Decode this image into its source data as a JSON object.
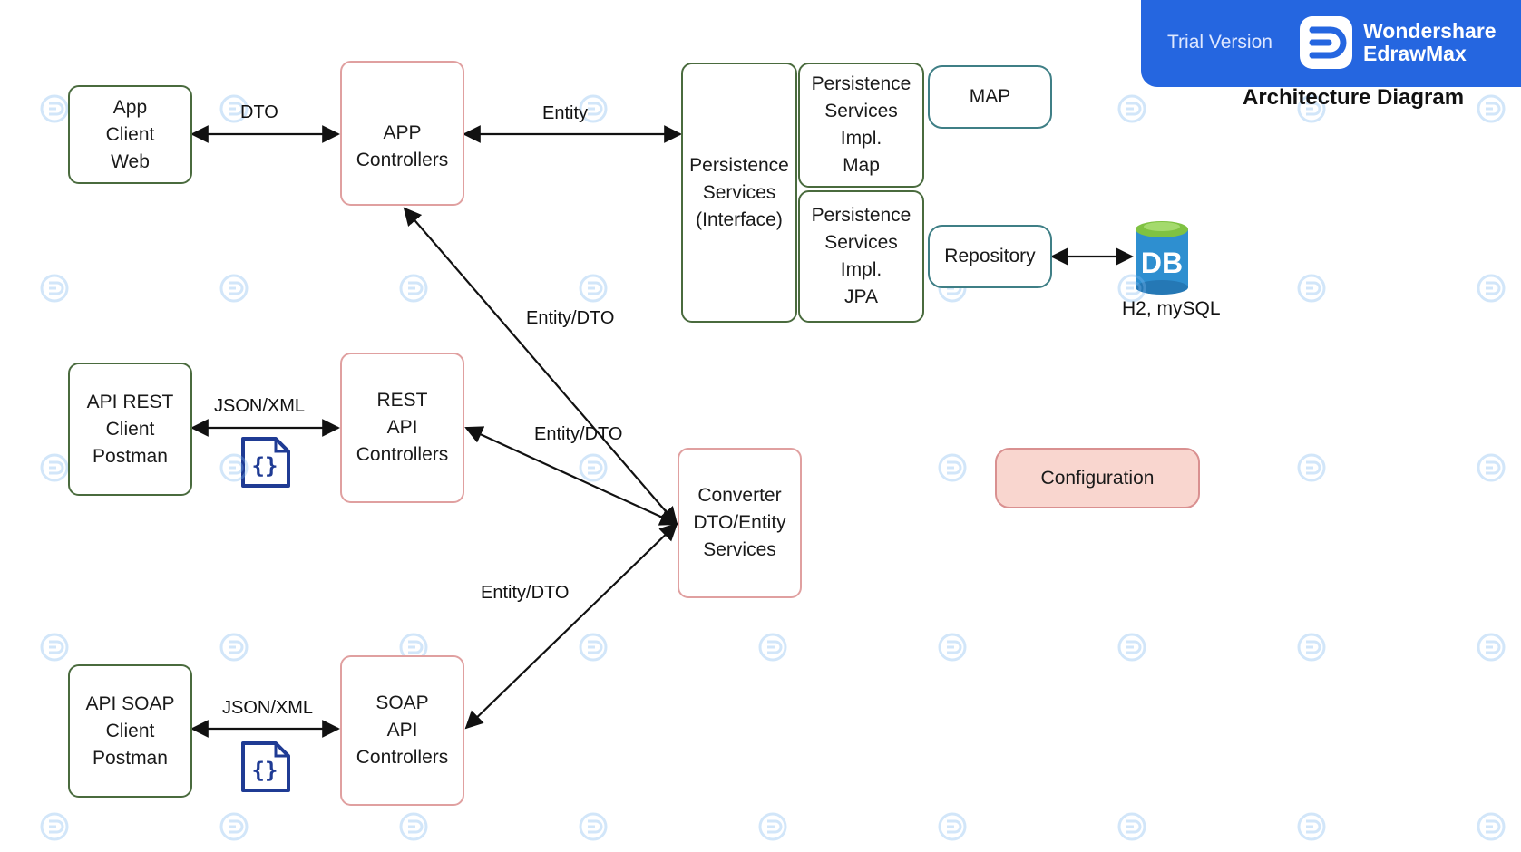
{
  "banner": {
    "trial_label": "Trial Version",
    "brand_name": "Wondershare\nEdrawMax",
    "accent_color": "#2566e0"
  },
  "title": "Architecture Diagram",
  "nodes": {
    "app_client": "App\nClient\nWeb",
    "app_controllers": "APP\nControllers",
    "persistence_interface": "Persistence\nServices\n(Interface)",
    "persistence_map": "Persistence\nServices\nImpl.\nMap",
    "persistence_jpa": "Persistence\nServices\nImpl.\nJPA",
    "map": "MAP",
    "repository": "Repository",
    "db_glyph": "DB",
    "db_caption": "H2, mySQL",
    "api_rest_client": "API REST\nClient\nPostman",
    "rest_controllers": "REST\nAPI\nControllers",
    "converter": "Converter\nDTO/Entity\nServices",
    "configuration": "Configuration",
    "api_soap_client": "API SOAP\nClient\nPostman",
    "soap_controllers": "SOAP\nAPI\nControllers"
  },
  "edges": {
    "dto": "DTO",
    "entity": "Entity",
    "entity_dto_app": "Entity/DTO",
    "json_xml_rest": "JSON/XML",
    "entity_dto_rest": "Entity/DTO",
    "entity_dto_soap": "Entity/DTO",
    "json_xml_soap": "JSON/XML"
  },
  "icons": {
    "json_file": "{}"
  },
  "colors": {
    "green_border": "#4a6b3e",
    "red_border": "#e0a0a0",
    "teal_border": "#3f7f86",
    "config_fill": "#f9d6cf",
    "db_blue": "#2e8fd0",
    "db_green": "#7fc242",
    "json_icon_blue": "#1f3b94"
  }
}
